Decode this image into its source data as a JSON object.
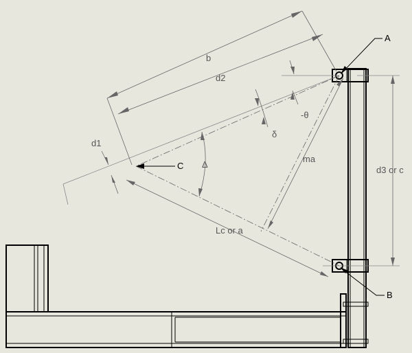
{
  "diagram": {
    "labels": {
      "b": "b",
      "d2": "d2",
      "d1": "d1",
      "delta_small": "δ",
      "theta": "-θ",
      "delta_capital": "Δ",
      "ma": "ma",
      "lc_or_a": "Lc or a",
      "d3_or_c": "d3 or c",
      "callout_a": "A",
      "callout_b": "B",
      "callout_c": "C"
    }
  }
}
